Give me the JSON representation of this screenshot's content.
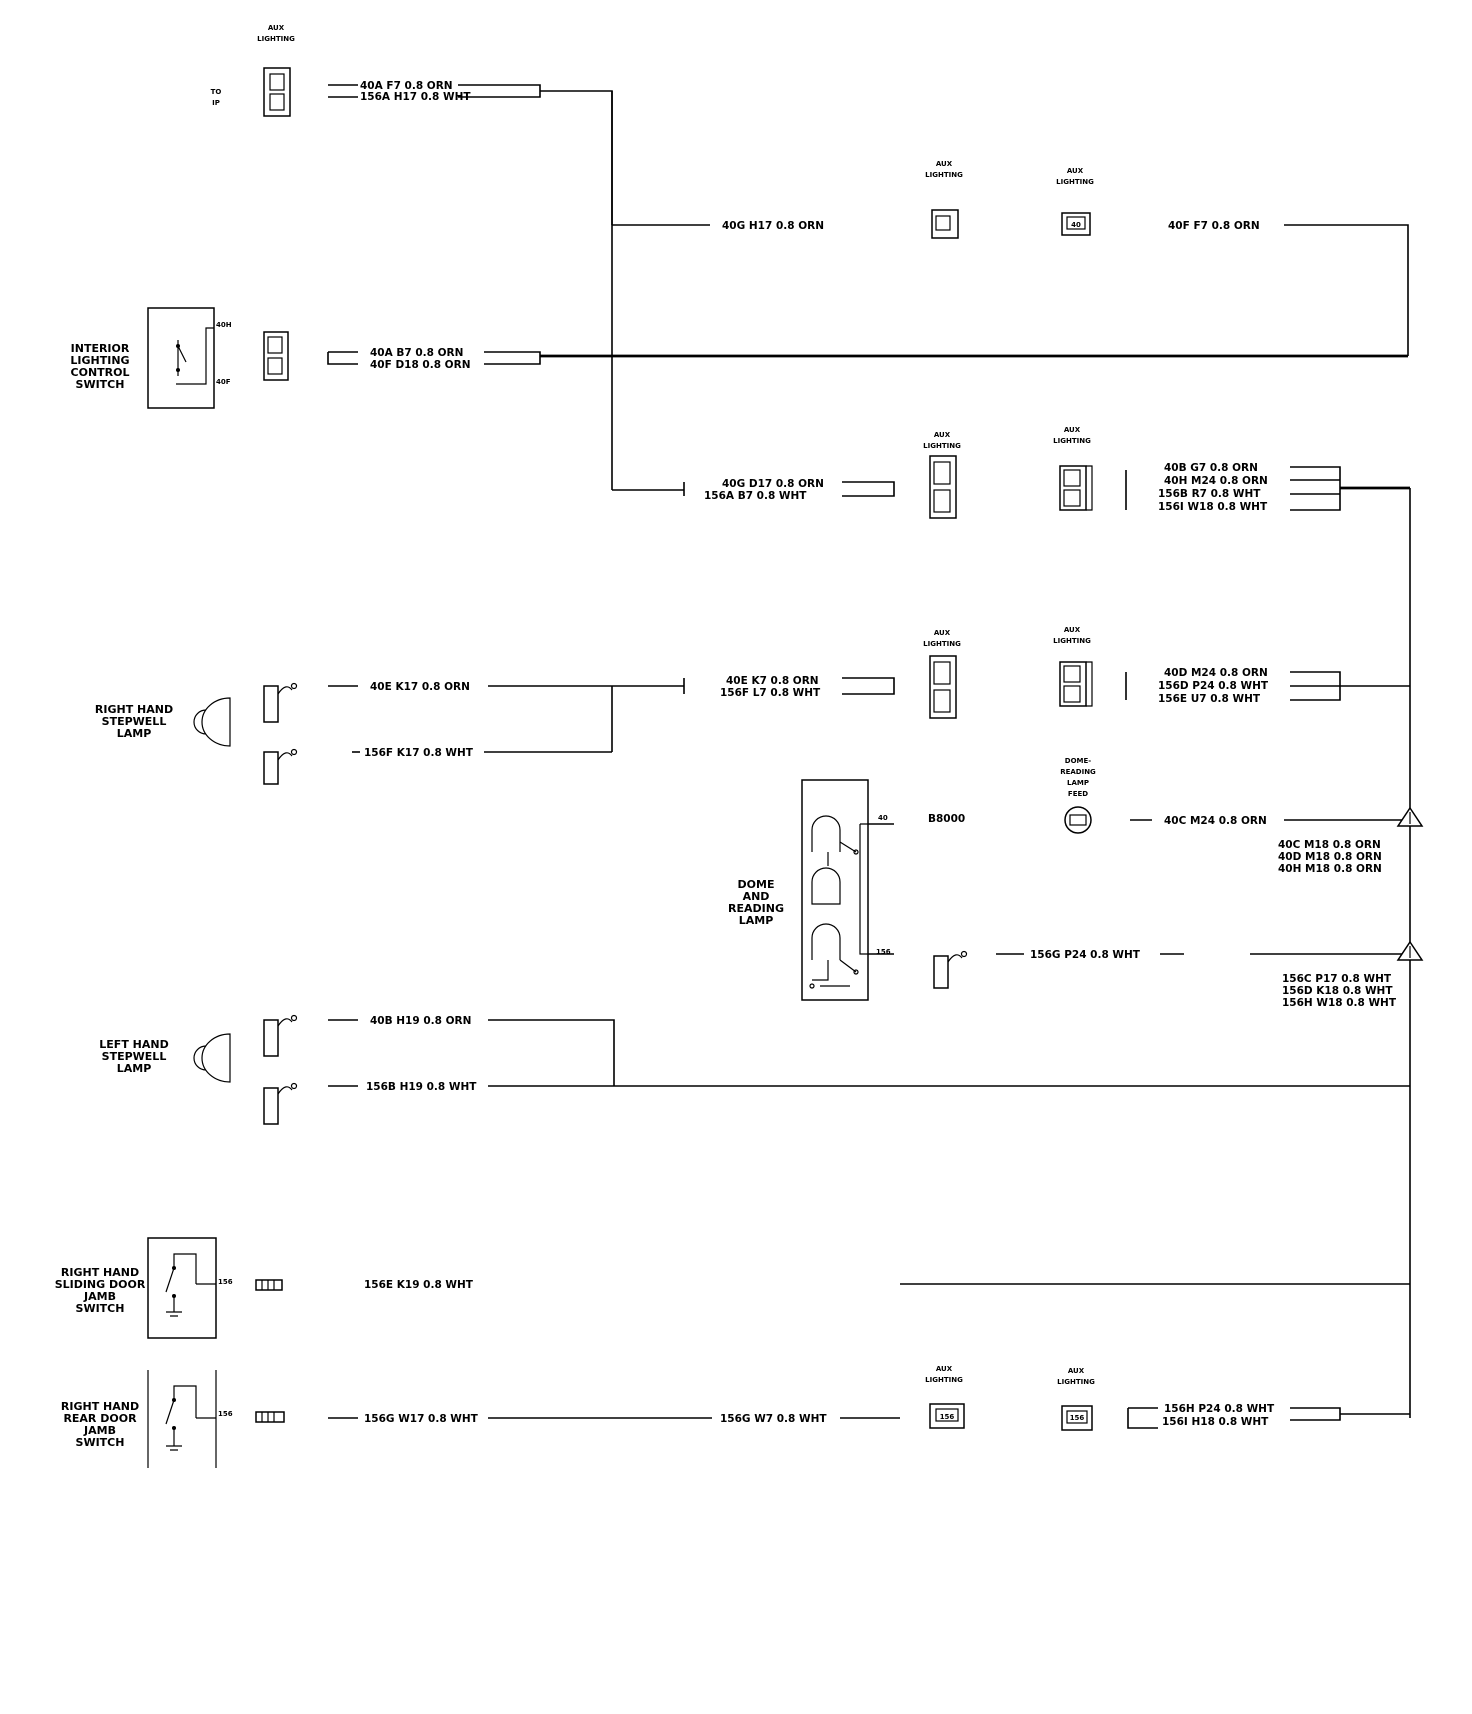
{
  "labels": {
    "aux_lighting": "AUX LIGHTING",
    "to_ip": "TO IP",
    "interior_switch": "INTERIOR LIGHTING CONTROL SWITCH",
    "rh_stepwell": "RIGHT HAND STEPWELL LAMP",
    "lh_stepwell": "LEFT HAND STEPWELL LAMP",
    "dome_reading": "DOME AND READING LAMP",
    "dome_reading_feed": "DOME- READING LAMP FEED",
    "rh_sliding": "RIGHT HAND SLIDING DOOR JAMB SWITCH",
    "rh_rear": "RIGHT HAND REAR DOOR JAMB SWITCH"
  },
  "pins": {
    "p40h": "40H",
    "p40f": "40F",
    "p40": "40",
    "p156": "156",
    "p156a": "156",
    "p40b": "40",
    "p156b": "156",
    "p40c": "40",
    "p156c": "156",
    "p156d": "156",
    "p156e": "156",
    "p156f": "156",
    "p156g": "156",
    "p156h": "156",
    "p40d": "40",
    "dome_conn": "B8000"
  },
  "wires": {
    "w1": "40A   F7   0.8 ORN",
    "w2": "156A   H17   0.8 WHT",
    "w3": "40G   H17   0.8 ORN",
    "w4": "40F   F7   0.8 ORN",
    "w5": "40A   B7   0.8 ORN",
    "w6": "40F   D18   0.8 ORN",
    "w7": "40G   D17   0.8 ORN",
    "w8": "156A   B7   0.8 WHT",
    "w9": "40B   G7   0.8 ORN",
    "w10": "40H   M24   0.8 ORN",
    "w11": "156B   R7   0.8 WHT",
    "w12": "156I   W18   0.8 WHT",
    "w13": "40E   K17   0.8 ORN",
    "w14": "40E   K7   0.8 ORN",
    "w15": "156F   L7   0.8 WHT",
    "w16": "40D   M24   0.8 ORN",
    "w17": "156D   P24   0.8 WHT",
    "w18": "156E   U7   0.8 WHT",
    "w19": "156F   K17   0.8 WHT",
    "w20": "40C   M24   0.8 ORN",
    "w21": "40C   M18   0.8 ORN",
    "w22": "40D   M18   0.8 ORN",
    "w23": "40H   M18   0.8 ORN",
    "w24": "156G   P24   0.8 WHT",
    "w25": "156C   P17   0.8 WHT",
    "w26": "156D   K18   0.8 WHT",
    "w27": "156H   W18   0.8 WHT",
    "w28": "40B   H19   0.8 ORN",
    "w29": "156B   H19   0.8 WHT",
    "w30": "156E   K19   0.8 WHT",
    "w31": "156G   W17   0.8 WHT",
    "w32": "156G   W7   0.8 WHT",
    "w33": "156H   P24   0.8 WHT",
    "w34": "156I   H18   0.8 WHT"
  }
}
